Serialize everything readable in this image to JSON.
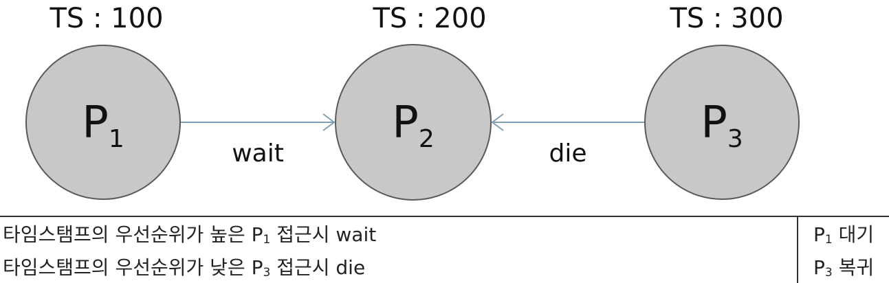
{
  "nodes": [
    {
      "id": "P1",
      "base": "P",
      "sub": "1",
      "ts": "TS : 100"
    },
    {
      "id": "P2",
      "base": "P",
      "sub": "2",
      "ts": "TS : 200"
    },
    {
      "id": "P3",
      "base": "P",
      "sub": "3",
      "ts": "TS : 300"
    }
  ],
  "edges": [
    {
      "from": "P1",
      "to": "P2",
      "label": "wait"
    },
    {
      "from": "P3",
      "to": "P2",
      "label": "die"
    }
  ],
  "colors": {
    "node_fill": "#c8c8c8",
    "node_stroke": "#595959",
    "edge": "#7f9fb4"
  },
  "table": {
    "rows": [
      {
        "prefix": "타임스탬프의 우선순위가 높은 ",
        "proc": "P",
        "proc_sub": "1",
        "suffix": " 접근시 wait",
        "res_proc": "P",
        "res_sub": "1",
        "res_text": " 대기"
      },
      {
        "prefix": "타임스탬프의 우선순위가 낮은 ",
        "proc": "P",
        "proc_sub": "3",
        "suffix": " 접근시 die",
        "res_proc": "P",
        "res_sub": "3",
        "res_text": " 복귀"
      }
    ]
  }
}
